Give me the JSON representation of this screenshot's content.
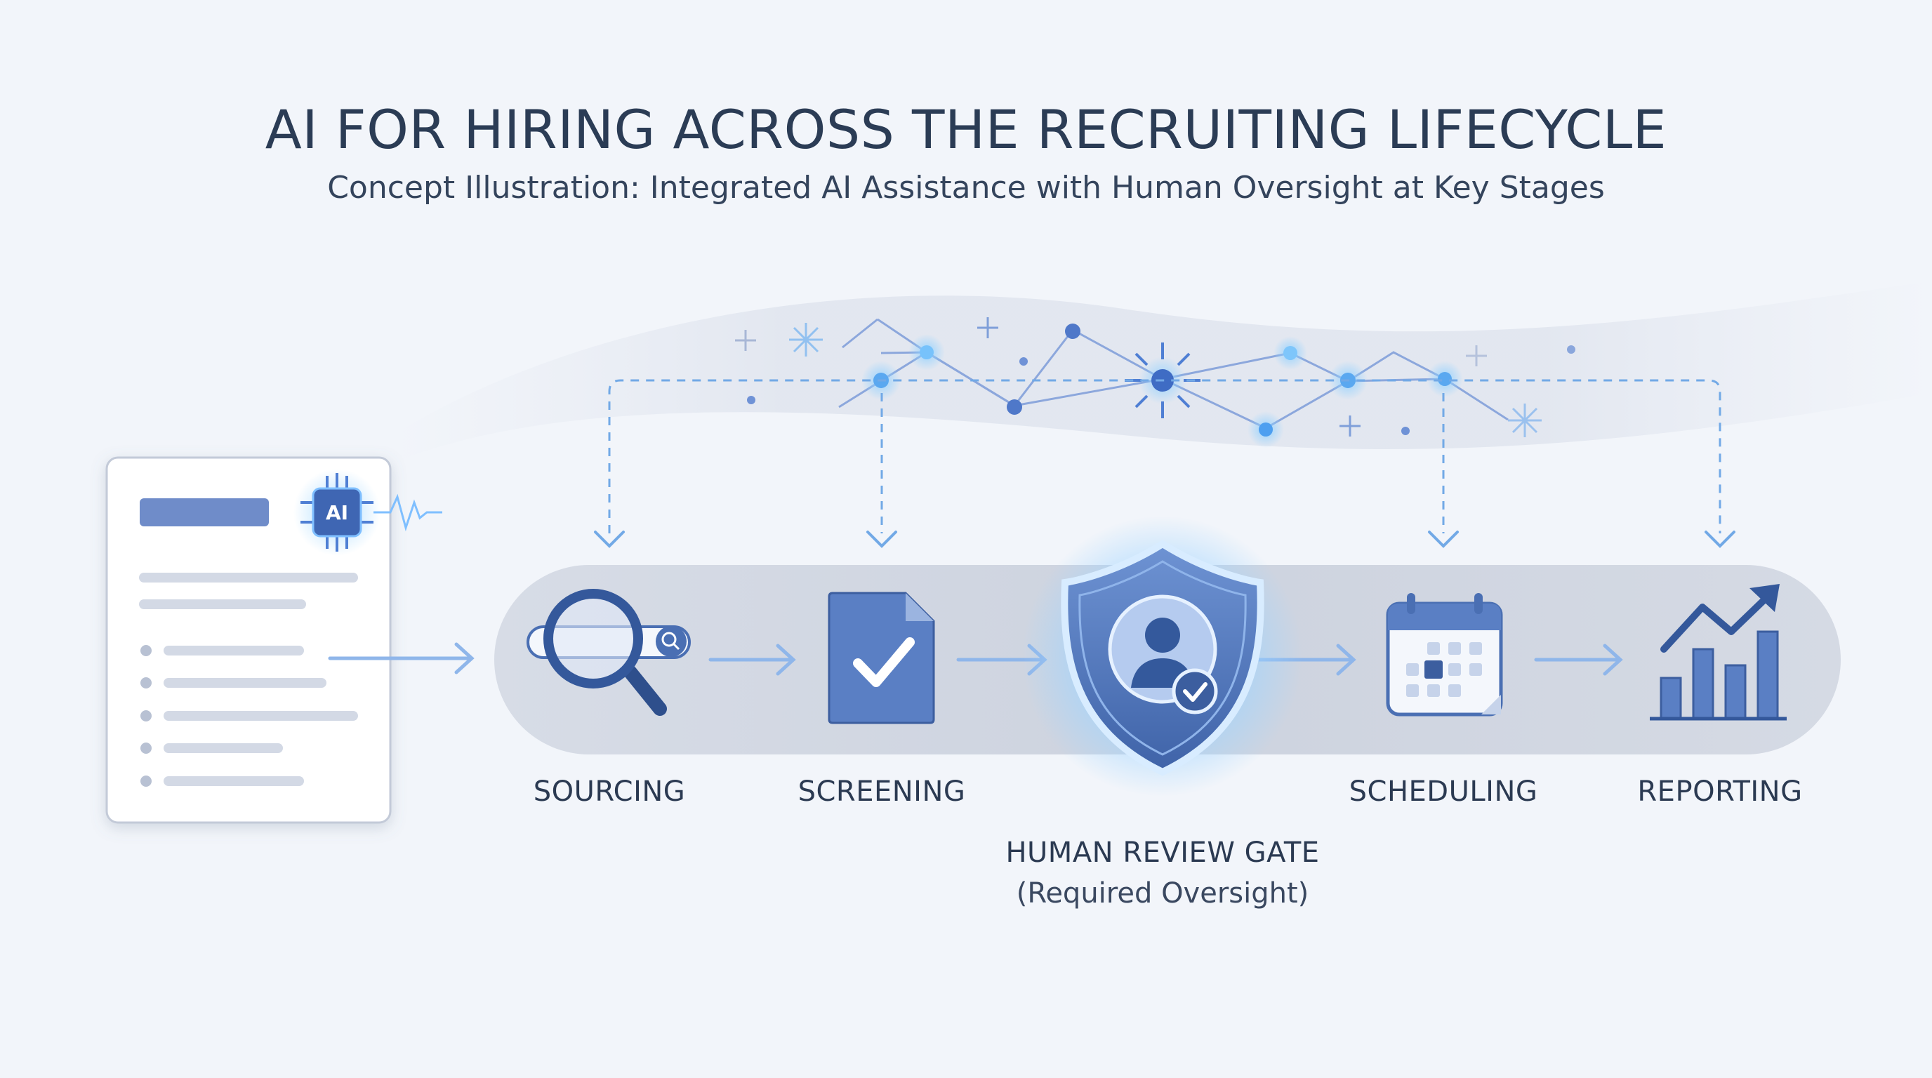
{
  "header": {
    "title": "AI FOR HIRING ACROSS THE RECRUITING LIFECYCLE",
    "subtitle": "Concept Illustration: Integrated AI Assistance with Human Oversight at Key Stages"
  },
  "document_card": {
    "chip_label": "AI"
  },
  "stages": [
    {
      "label": "SOURCING",
      "icon": "magnifying-glass-search-icon"
    },
    {
      "label": "SCREENING",
      "icon": "document-checkmark-icon"
    },
    {
      "label": "HUMAN REVIEW GATE",
      "sublabel": "(Required Oversight)",
      "icon": "shield-person-check-icon"
    },
    {
      "label": "SCHEDULING",
      "icon": "calendar-icon"
    },
    {
      "label": "REPORTING",
      "icon": "bar-chart-trend-icon"
    }
  ],
  "colors": {
    "background": "#f2f5fa",
    "title_text": "#2b3c55",
    "accent_blue": "#4a72b8",
    "glow_blue": "#7fbfff",
    "track_gray": "#cfd5e1"
  }
}
